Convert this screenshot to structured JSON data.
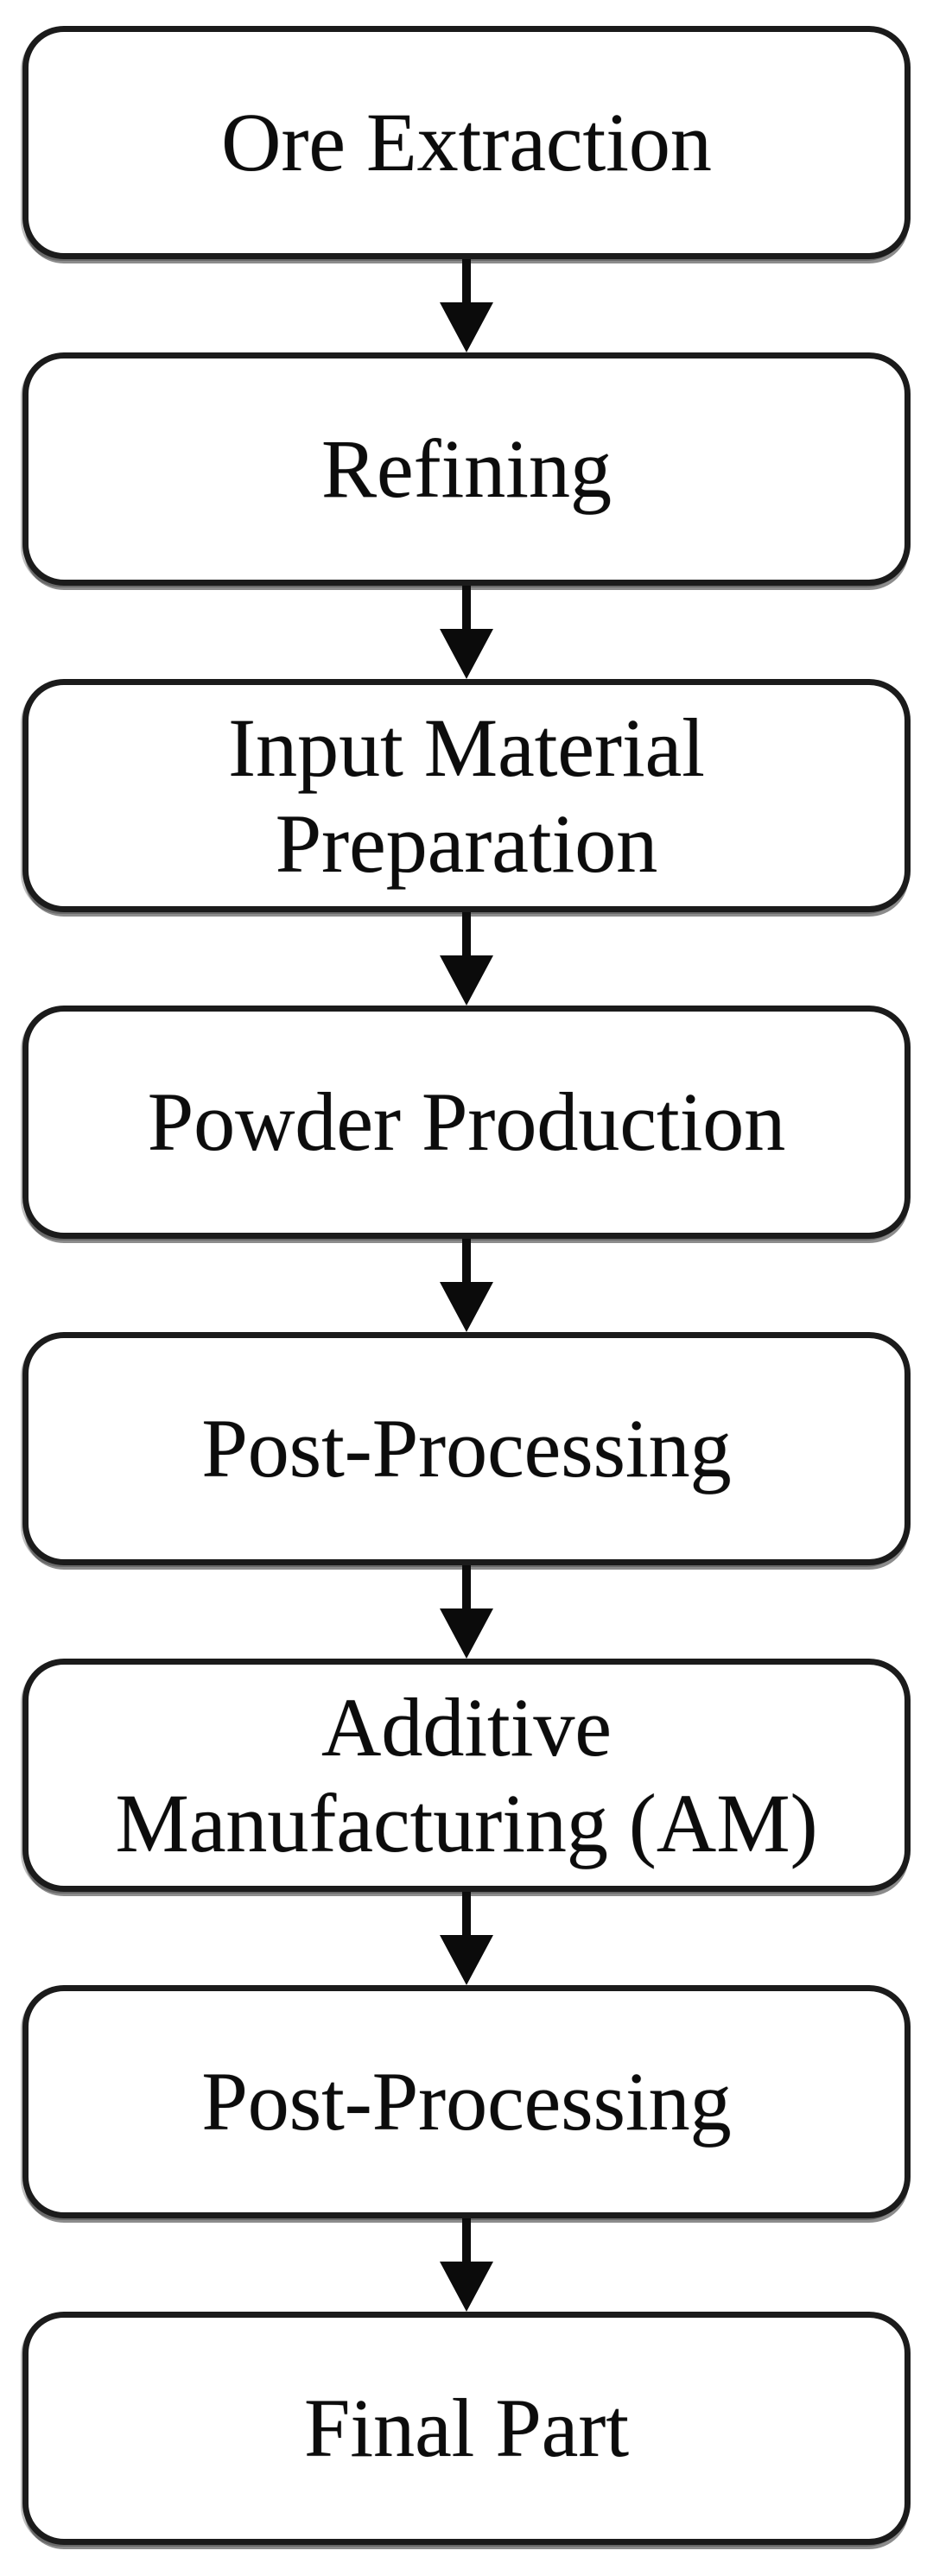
{
  "figure": {
    "type": "flowchart",
    "direction": "top-to-bottom",
    "background_color": "#ffffff",
    "box_border_color": "#1b1b1b",
    "text_color": "#0c0c0c",
    "arrow_color": "#0b0b0b"
  },
  "flowchart": {
    "nodes": [
      {
        "id": "ore-extraction",
        "label": "Ore Extraction"
      },
      {
        "id": "refining",
        "label": "Refining"
      },
      {
        "id": "input-material-preparation",
        "label": "Input Material\nPreparation"
      },
      {
        "id": "powder-production",
        "label": "Powder Production"
      },
      {
        "id": "post-processing-1",
        "label": "Post-Processing"
      },
      {
        "id": "additive-manufacturing-am",
        "label": "Additive\nManufacturing (AM)"
      },
      {
        "id": "post-processing-2",
        "label": "Post-Processing"
      },
      {
        "id": "final-part",
        "label": "Final Part"
      }
    ],
    "edges": [
      {
        "from": "ore-extraction",
        "to": "refining"
      },
      {
        "from": "refining",
        "to": "input-material-preparation"
      },
      {
        "from": "input-material-preparation",
        "to": "powder-production"
      },
      {
        "from": "powder-production",
        "to": "post-processing-1"
      },
      {
        "from": "post-processing-1",
        "to": "additive-manufacturing-am"
      },
      {
        "from": "additive-manufacturing-am",
        "to": "post-processing-2"
      },
      {
        "from": "post-processing-2",
        "to": "final-part"
      }
    ]
  }
}
